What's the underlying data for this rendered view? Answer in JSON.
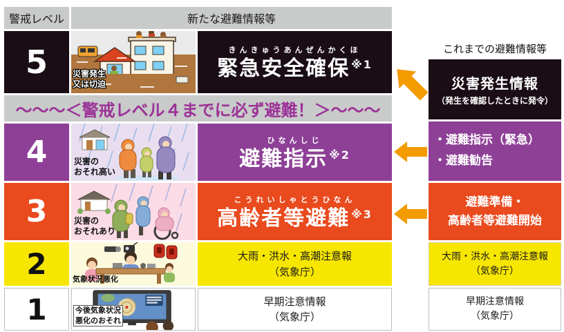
{
  "header": {
    "level_column": "警戒レベル",
    "new_info_column": "新たな避難情報等"
  },
  "banner": {
    "text": "〜〜〜＜警戒レベル４までに必ず避難！＞〜〜〜"
  },
  "rows": [
    {
      "level": "5",
      "furigana": "きんきゅうあんぜんかくほ",
      "action": "緊急安全確保",
      "ref": "※1",
      "image_label_line1": "災害発生",
      "image_label_line2": "又は切迫",
      "illustration": "flooded-town-people-on-roof"
    },
    {
      "level": "4",
      "furigana": "ひなんしじ",
      "action": "避難指示",
      "ref": "※2",
      "image_label_line1": "災害の",
      "image_label_line2": "おそれ高い",
      "illustration": "people-evacuating-in-rain"
    },
    {
      "level": "3",
      "furigana": "こうれいしゃとうひなん",
      "action": "高齢者等避難",
      "ref": "※3",
      "image_label_line1": "災害の",
      "image_label_line2": "おそれあり",
      "illustration": "elderly-wheelchair-evacuation"
    },
    {
      "level": "2",
      "info_line1": "大雨・洪水・高潮注意報",
      "info_line2": "（気象庁）",
      "image_label_line1": "気象状況悪化",
      "illustration": "family-preparing-emergency-kit"
    },
    {
      "level": "1",
      "info_line1": "早期注意情報",
      "info_line2": "（気象庁）",
      "image_label_line1": "今後気象状況",
      "image_label_line2": "悪化のおそれ",
      "illustration": "watching-weather-forecast-tv"
    }
  ],
  "old_info": {
    "title": "これまでの避難情報等",
    "boxes": [
      {
        "line1": "災害発生情報",
        "line2": "（発生を確認したときに発令）",
        "color": "#1a0d15"
      },
      {
        "line1": "・避難指示（緊急）",
        "line2": "・避難勧告",
        "color": "#8e4097"
      },
      {
        "line1": "避難準備・",
        "line2": "高齢者等避難開始",
        "color": "#e94a1e"
      },
      {
        "line1": "大雨・洪水・高潮注意報",
        "line2": "（気象庁）",
        "color": "#f7e600"
      },
      {
        "line1": "早期注意情報",
        "line2": "（気象庁）",
        "color": "#ffffff"
      }
    ]
  },
  "icons": {
    "arrow_up_left": "diagonal orange arrow pointing to level 5 row",
    "arrow_left_l4": "orange arrow pointing to level 4 row",
    "arrow_left_l3": "orange arrow pointing to level 3 row"
  },
  "colors": {
    "level5_bg": "#1a0d15",
    "level4_bg": "#8e4097",
    "level3_bg": "#e94a1e",
    "level2_bg": "#f7e600",
    "level1_bg": "#ffffff",
    "header_bg": "#c9caca",
    "banner_text": "#9b3397",
    "arrow": "#f49b00"
  }
}
